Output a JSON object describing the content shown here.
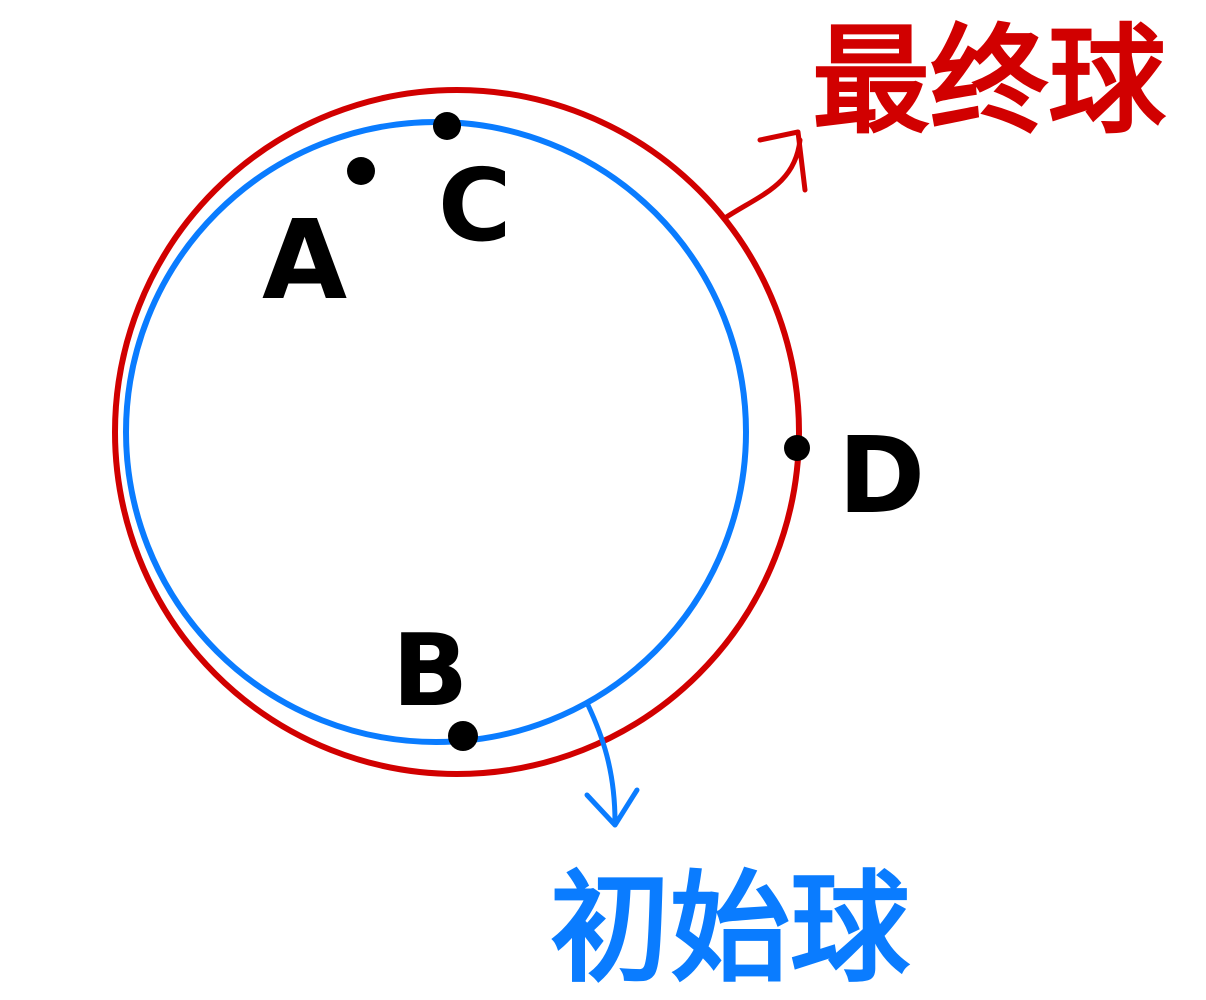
{
  "labels": {
    "final_sphere": "最终球",
    "initial_sphere": "初始球"
  },
  "points": {
    "a": "A",
    "b": "B",
    "c": "C",
    "d": "D"
  },
  "colors": {
    "final_sphere": "#d10000",
    "initial_sphere": "#0a7cff",
    "points": "#000000",
    "background": "#ffffff"
  }
}
